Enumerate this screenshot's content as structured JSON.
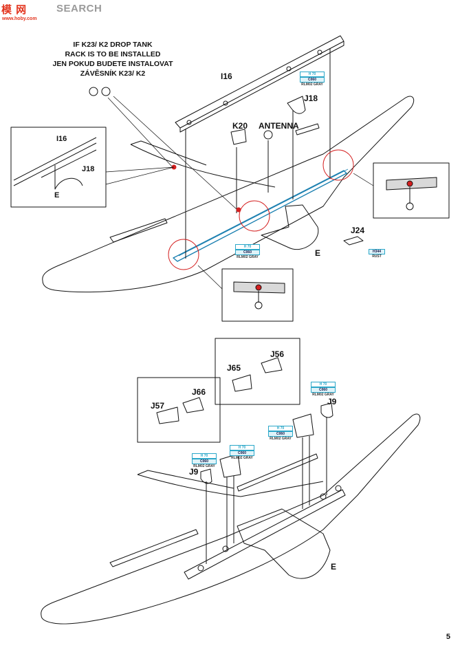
{
  "watermark": {
    "logo": "模 网",
    "search": "SEARCH",
    "url": "www.hoby.com"
  },
  "top": {
    "note": [
      "IF K23/ K2 DROP TANK",
      "RACK IS TO BE INSTALLED",
      "JEN POKUD BUDETE INSTALOVAT",
      "ZÁVĚSNÍK K23/ K2"
    ],
    "labels": {
      "i16": "I16",
      "j18": "J18",
      "k20": "K20",
      "antenna": "ANTENNA",
      "j24": "J24",
      "e": "E"
    },
    "inset": {
      "i16": "I16",
      "j18": "J18",
      "e": "E"
    },
    "paint_1": {
      "h": "H 70",
      "c": "C060",
      "name": "RLM02 GRAY"
    },
    "paint_2": {
      "h": "H 70",
      "c": "C060",
      "name": "RLM02 GRAY"
    },
    "paint_3": {
      "c": "H344",
      "name": "RUST"
    }
  },
  "bottom": {
    "labels": {
      "j56": "J56",
      "j65": "J65",
      "j66": "J66",
      "j57": "J57",
      "j9_right": "J9",
      "j9_left": "J9",
      "e": "E"
    },
    "paint_1": {
      "h": "H 70",
      "c": "C060",
      "name": "RLM02 GRAY"
    },
    "paint_2": {
      "h": "H 70",
      "c": "C060",
      "name": "RLM02 GRAY"
    },
    "paint_3": {
      "h": "H 70",
      "c": "C060",
      "name": "RLM02 GRAY"
    },
    "paint_4": {
      "h": "H 70",
      "c": "C060",
      "name": "RLM02 GRAY"
    }
  },
  "page_number": "5"
}
